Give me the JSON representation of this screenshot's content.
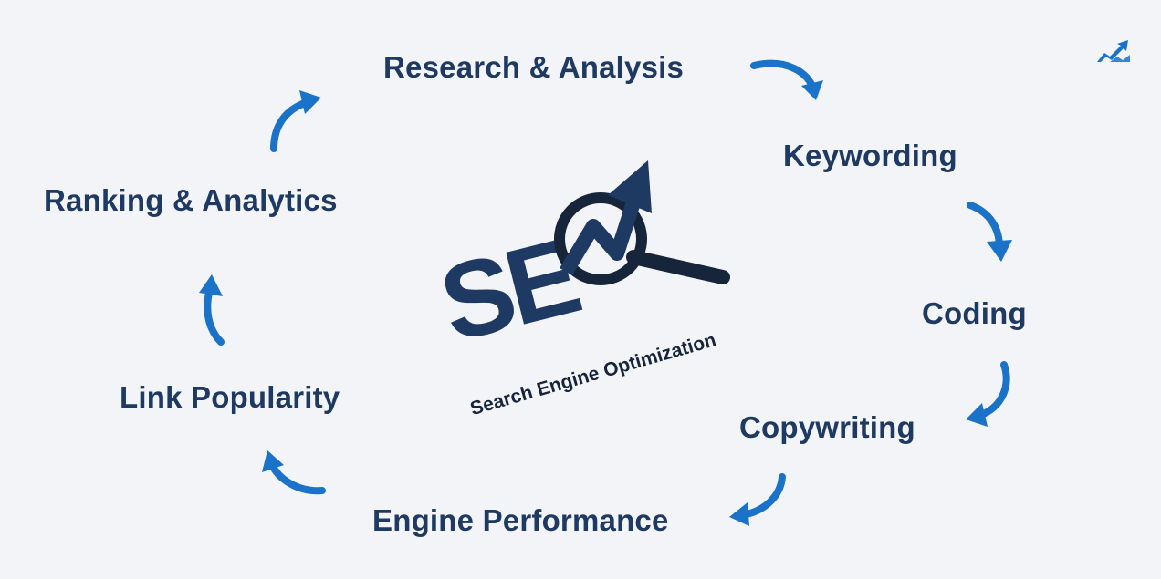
{
  "cycle": {
    "steps": [
      "Research & Analysis",
      "Keywording",
      "Coding",
      "Copywriting",
      "Engine Performance",
      "Link Popularity",
      "Ranking & Analytics"
    ]
  },
  "center_graphic": {
    "letters": "SE",
    "subtitle": "Search Engine Optimization"
  },
  "icons": {
    "cycle_arrow": "curved-arrow-icon",
    "brand": "trend-chart-logo-icon",
    "magnifier": "magnifying-glass-icon",
    "trend": "trend-up-arrow-icon"
  },
  "colors": {
    "background": "#f3f4f8",
    "text": "#1f3a62",
    "arrow": "#1a72c9",
    "magnifier": "#16253a"
  }
}
